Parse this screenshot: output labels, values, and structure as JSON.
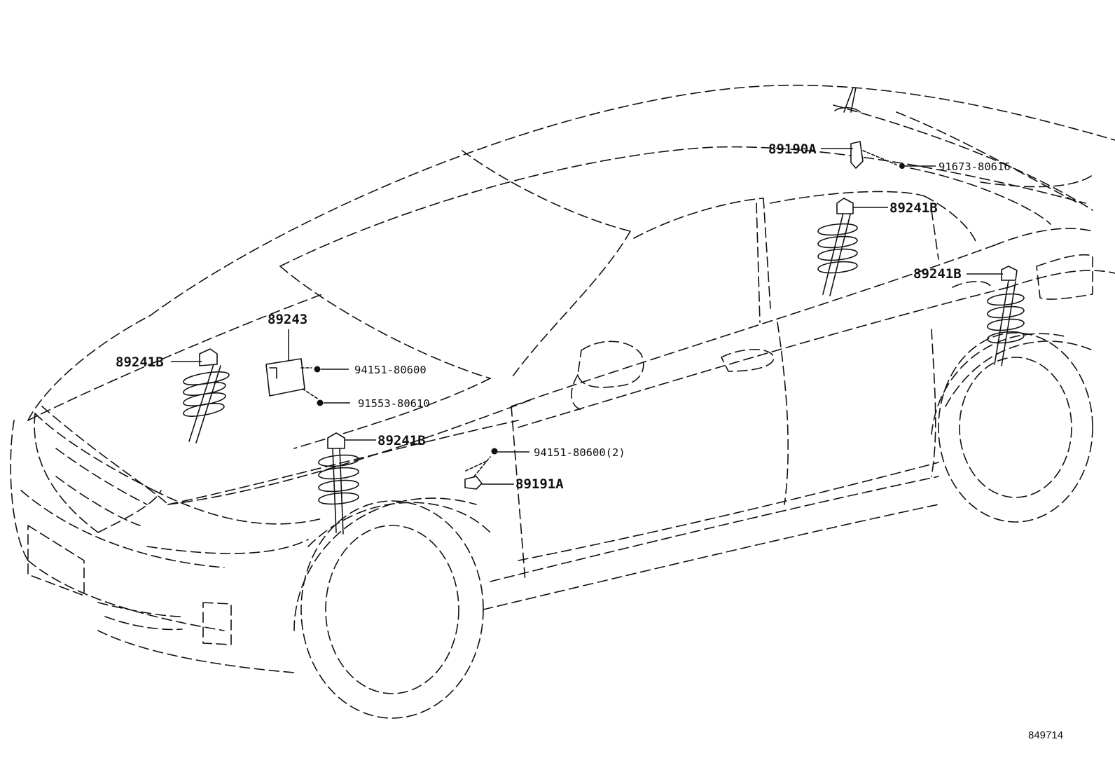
{
  "diagram": {
    "callouts": [
      {
        "id": "c1",
        "text": "89190A"
      },
      {
        "id": "c2",
        "text": "91673-80616"
      },
      {
        "id": "c3",
        "text": "89241B"
      },
      {
        "id": "c4",
        "text": "89241B"
      },
      {
        "id": "c5",
        "text": "89243"
      },
      {
        "id": "c6",
        "text": "89241B"
      },
      {
        "id": "c7",
        "text": "94151-80600"
      },
      {
        "id": "c8",
        "text": "91553-80610"
      },
      {
        "id": "c9",
        "text": "89241B"
      },
      {
        "id": "c10",
        "text": "94151-80600(2)"
      },
      {
        "id": "c11",
        "text": "89191A"
      }
    ],
    "reference_number": "849714"
  }
}
